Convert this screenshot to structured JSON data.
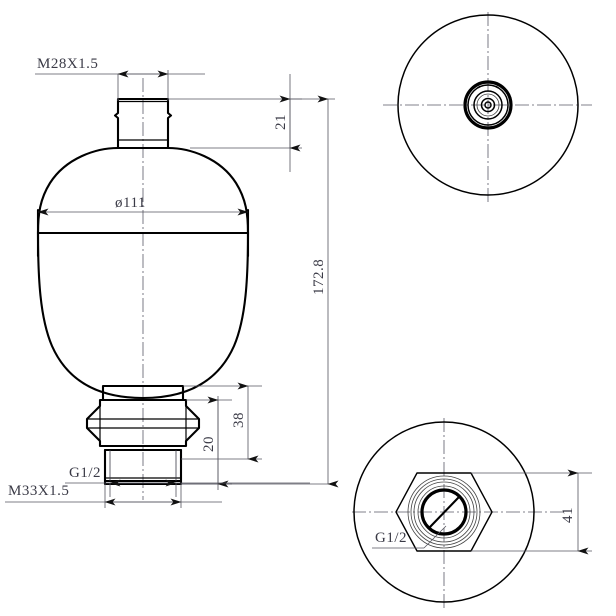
{
  "drawing": {
    "title": "Hydraulic Accumulator Assembly Drawing",
    "type": "engineering-technical-drawing",
    "views": [
      {
        "name": "front-elevation-section",
        "position": "left"
      },
      {
        "name": "top-view",
        "position": "top-right"
      },
      {
        "name": "bottom-view",
        "position": "bottom-right"
      }
    ]
  },
  "labels": {
    "thread_top": "M28X1.5",
    "diameter_body": "ø111",
    "height_neck": "21",
    "height_overall": "172.8",
    "height_fitting_total": "38",
    "height_fitting_lower": "20",
    "thread_port_front": "G1/2",
    "thread_bottom": "M33X1.5",
    "thread_port_bottom": "G1/2",
    "width_across_flats": "41"
  },
  "colors": {
    "line": "#000000",
    "dimension": "#55555f",
    "text": "#3a3a46",
    "background": "#ffffff"
  },
  "geometry": {
    "body_diameter_mm": 111,
    "overall_height_mm": 172.8,
    "neck_height_mm": 21,
    "fitting_height_mm": 38,
    "fitting_lower_height_mm": 20,
    "hex_across_flats_mm": 41
  }
}
